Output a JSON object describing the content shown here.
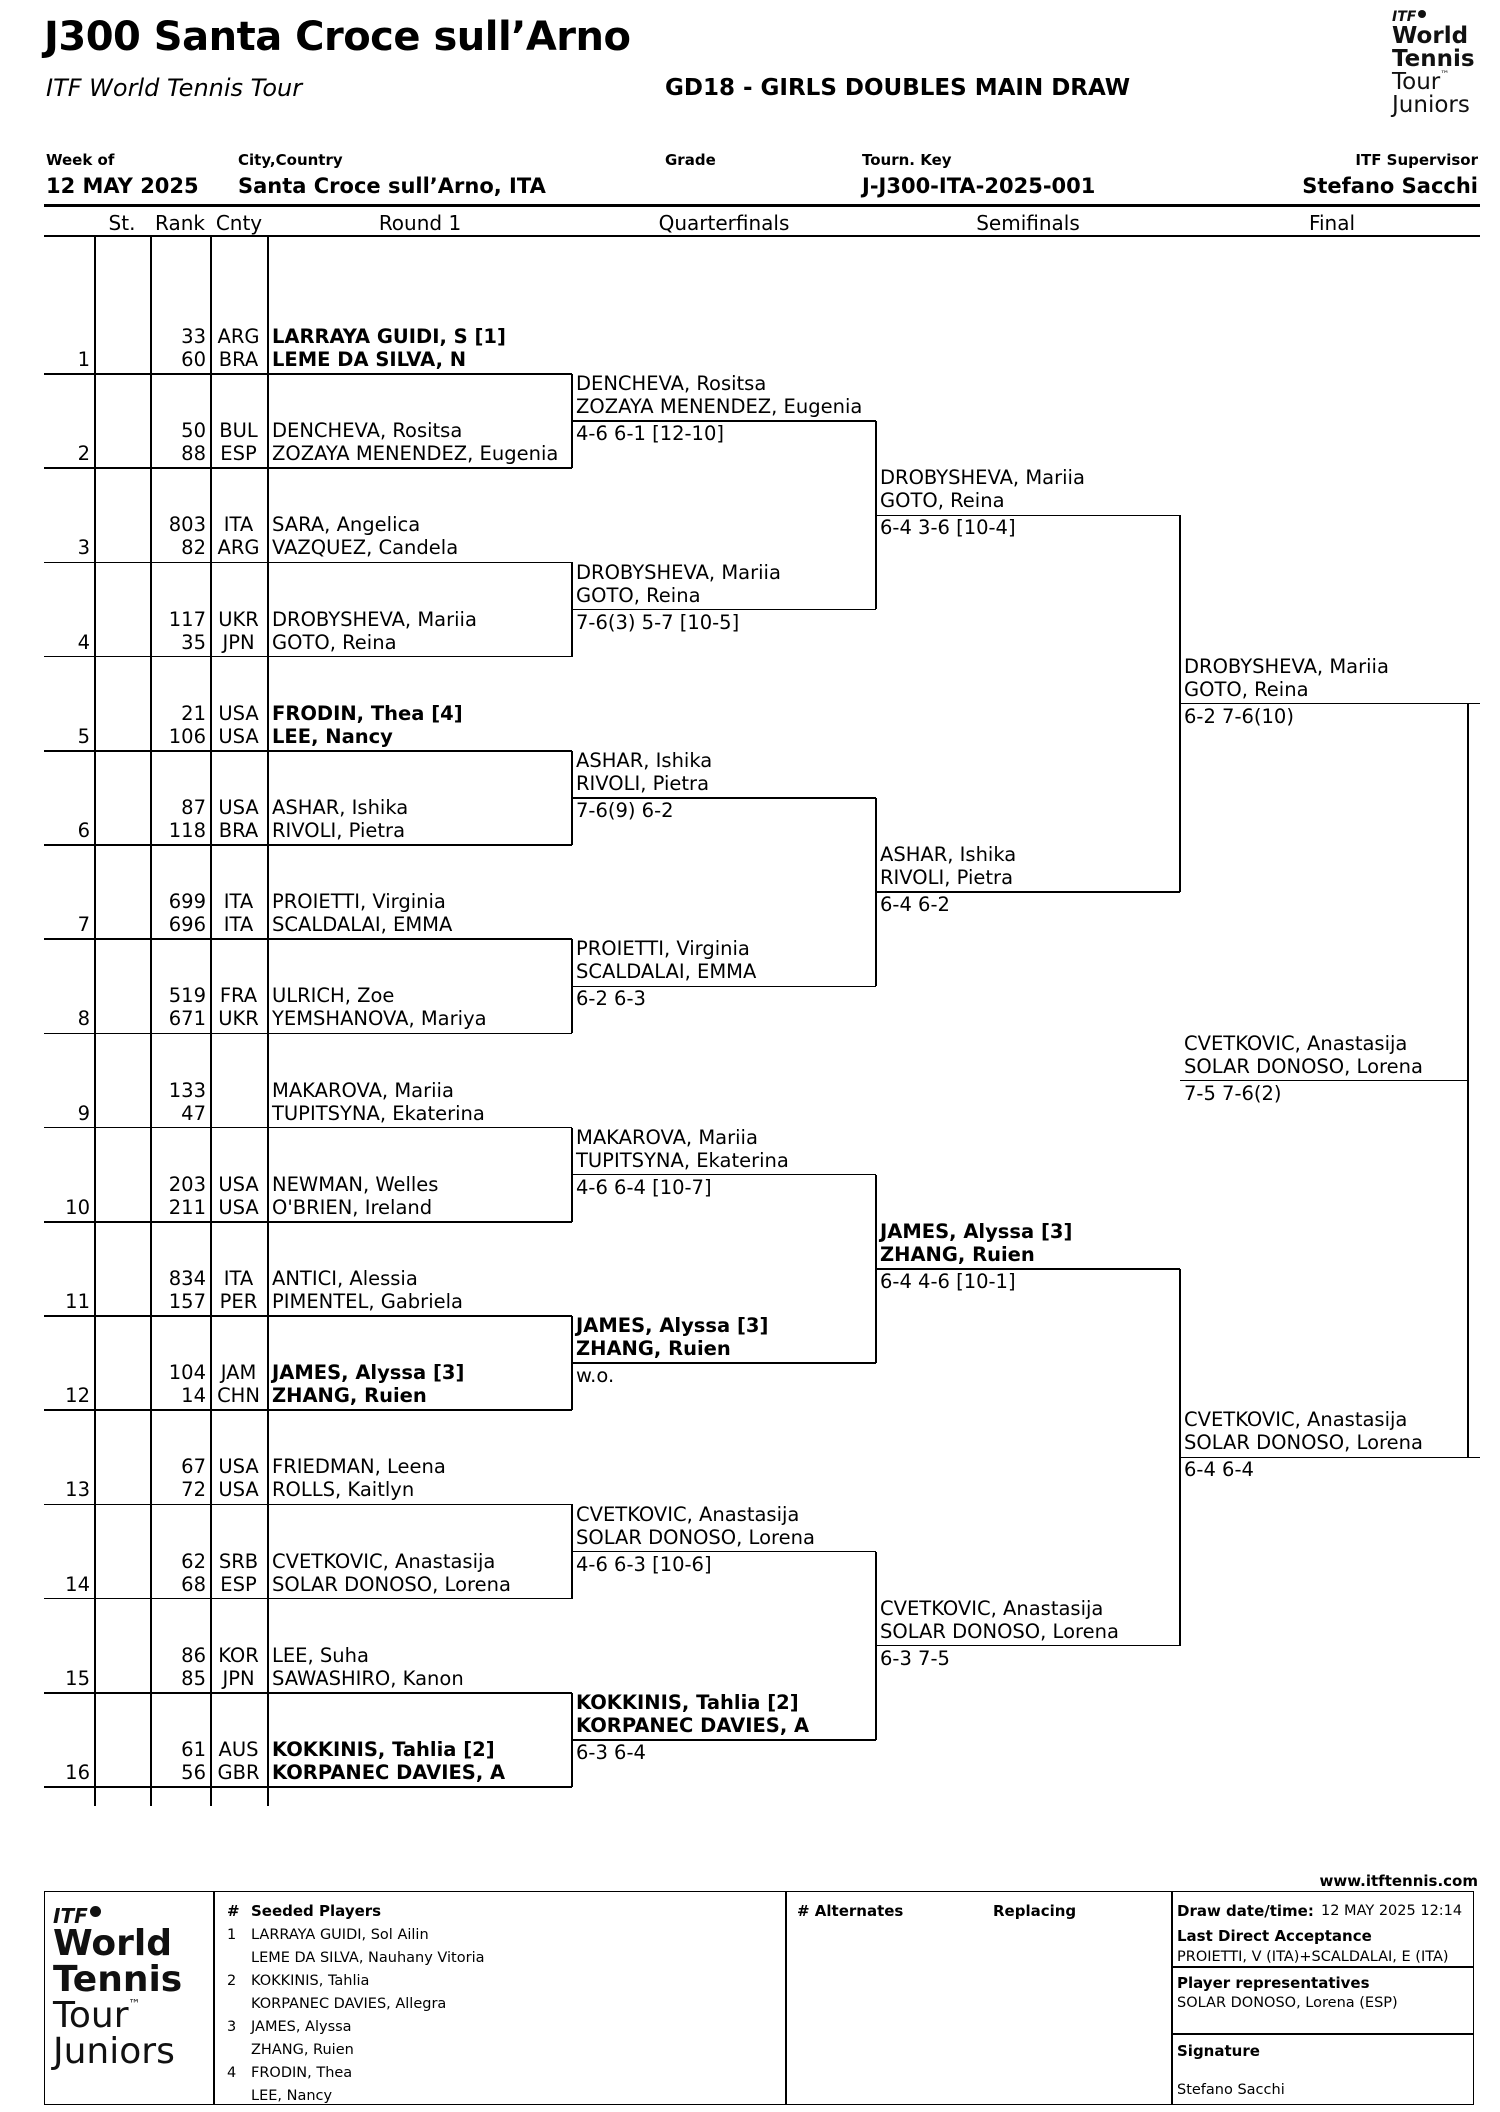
{
  "header": {
    "title": "J300 Santa Croce sull’Arno",
    "subtitle": "ITF World Tennis Tour",
    "draw_name": "GD18 - GIRLS DOUBLES MAIN DRAW",
    "logo": {
      "itf": "ITF",
      "line1": "World",
      "line2": "Tennis",
      "line3": "Tour",
      "tm": "™",
      "line4": "Juniors"
    }
  },
  "info": {
    "week_label": "Week of",
    "week_value": "12 MAY 2025",
    "city_label": "City,Country",
    "city_value": "Santa Croce sull’Arno, ITA",
    "grade_label": "Grade",
    "key_label": "Tourn. Key",
    "key_value": "J-J300-ITA-2025-001",
    "sup_label": "ITF Supervisor",
    "sup_value": "Stefano Sacchi"
  },
  "columns": {
    "st": "St.",
    "rank": "Rank",
    "cnty": "Cnty",
    "r1": "Round 1",
    "qf": "Quarterfinals",
    "sf": "Semifinals",
    "f": "Final"
  },
  "entries": [
    {
      "pos": "1",
      "p1": {
        "rank": "33",
        "cnty": "ARG",
        "name": "LARRAYA GUIDI, S [1]"
      },
      "p2": {
        "rank": "60",
        "cnty": "BRA",
        "name": "LEME DA SILVA, N"
      },
      "bold": true
    },
    {
      "pos": "2",
      "p1": {
        "rank": "50",
        "cnty": "BUL",
        "name": "DENCHEVA, Rositsa"
      },
      "p2": {
        "rank": "88",
        "cnty": "ESP",
        "name": "ZOZAYA MENENDEZ, Eugenia"
      },
      "bold": false
    },
    {
      "pos": "3",
      "p1": {
        "rank": "803",
        "cnty": "ITA",
        "name": "SARA, Angelica"
      },
      "p2": {
        "rank": "82",
        "cnty": "ARG",
        "name": "VAZQUEZ, Candela"
      },
      "bold": false
    },
    {
      "pos": "4",
      "p1": {
        "rank": "117",
        "cnty": "UKR",
        "name": "DROBYSHEVA, Mariia"
      },
      "p2": {
        "rank": "35",
        "cnty": "JPN",
        "name": "GOTO, Reina"
      },
      "bold": false
    },
    {
      "pos": "5",
      "p1": {
        "rank": "21",
        "cnty": "USA",
        "name": "FRODIN, Thea [4]"
      },
      "p2": {
        "rank": "106",
        "cnty": "USA",
        "name": "LEE, Nancy"
      },
      "bold": true
    },
    {
      "pos": "6",
      "p1": {
        "rank": "87",
        "cnty": "USA",
        "name": "ASHAR, Ishika"
      },
      "p2": {
        "rank": "118",
        "cnty": "BRA",
        "name": "RIVOLI, Pietra"
      },
      "bold": false
    },
    {
      "pos": "7",
      "p1": {
        "rank": "699",
        "cnty": "ITA",
        "name": "PROIETTI, Virginia"
      },
      "p2": {
        "rank": "696",
        "cnty": "ITA",
        "name": "SCALDALAI, EMMA"
      },
      "bold": false
    },
    {
      "pos": "8",
      "p1": {
        "rank": "519",
        "cnty": "FRA",
        "name": "ULRICH, Zoe"
      },
      "p2": {
        "rank": "671",
        "cnty": "UKR",
        "name": "YEMSHANOVA, Mariya"
      },
      "bold": false
    },
    {
      "pos": "9",
      "p1": {
        "rank": "133",
        "cnty": "",
        "name": "MAKAROVA, Mariia"
      },
      "p2": {
        "rank": "47",
        "cnty": "",
        "name": "TUPITSYNA, Ekaterina"
      },
      "bold": false
    },
    {
      "pos": "10",
      "p1": {
        "rank": "203",
        "cnty": "USA",
        "name": "NEWMAN, Welles"
      },
      "p2": {
        "rank": "211",
        "cnty": "USA",
        "name": "O'BRIEN, Ireland"
      },
      "bold": false
    },
    {
      "pos": "11",
      "p1": {
        "rank": "834",
        "cnty": "ITA",
        "name": "ANTICI, Alessia"
      },
      "p2": {
        "rank": "157",
        "cnty": "PER",
        "name": "PIMENTEL, Gabriela"
      },
      "bold": false
    },
    {
      "pos": "12",
      "p1": {
        "rank": "104",
        "cnty": "JAM",
        "name": "JAMES, Alyssa [3]"
      },
      "p2": {
        "rank": "14",
        "cnty": "CHN",
        "name": "ZHANG, Ruien"
      },
      "bold": true
    },
    {
      "pos": "13",
      "p1": {
        "rank": "67",
        "cnty": "USA",
        "name": "FRIEDMAN, Leena"
      },
      "p2": {
        "rank": "72",
        "cnty": "USA",
        "name": "ROLLS, Kaitlyn"
      },
      "bold": false
    },
    {
      "pos": "14",
      "p1": {
        "rank": "62",
        "cnty": "SRB",
        "name": "CVETKOVIC, Anastasija"
      },
      "p2": {
        "rank": "68",
        "cnty": "ESP",
        "name": "SOLAR DONOSO, Lorena"
      },
      "bold": false
    },
    {
      "pos": "15",
      "p1": {
        "rank": "86",
        "cnty": "KOR",
        "name": "LEE, Suha"
      },
      "p2": {
        "rank": "85",
        "cnty": "JPN",
        "name": "SAWASHIRO, Kanon"
      },
      "bold": false
    },
    {
      "pos": "16",
      "p1": {
        "rank": "61",
        "cnty": "AUS",
        "name": "KOKKINIS, Tahlia [2]"
      },
      "p2": {
        "rank": "56",
        "cnty": "GBR",
        "name": "KORPANEC DAVIES, A"
      },
      "bold": true
    }
  ],
  "quarterfinals": [
    {
      "n1": "DENCHEVA, Rositsa",
      "n2": "ZOZAYA MENENDEZ, Eugenia",
      "score": "4-6 6-1 [12-10]",
      "bold": false
    },
    {
      "n1": "DROBYSHEVA, Mariia",
      "n2": "GOTO, Reina",
      "score": "7-6(3) 5-7 [10-5]",
      "bold": false
    },
    {
      "n1": "ASHAR, Ishika",
      "n2": "RIVOLI, Pietra",
      "score": "7-6(9) 6-2",
      "bold": false
    },
    {
      "n1": "PROIETTI, Virginia",
      "n2": "SCALDALAI, EMMA",
      "score": "6-2 6-3",
      "bold": false
    },
    {
      "n1": "MAKAROVA, Mariia",
      "n2": "TUPITSYNA, Ekaterina",
      "score": "4-6 6-4 [10-7]",
      "bold": false
    },
    {
      "n1": "JAMES, Alyssa [3]",
      "n2": "ZHANG, Ruien",
      "score": "w.o.",
      "bold": true
    },
    {
      "n1": "CVETKOVIC, Anastasija",
      "n2": "SOLAR DONOSO, Lorena",
      "score": "4-6 6-3 [10-6]",
      "bold": false
    },
    {
      "n1": "KOKKINIS, Tahlia [2]",
      "n2": "KORPANEC DAVIES, A",
      "score": "6-3 6-4",
      "bold": true
    }
  ],
  "semifinals": [
    {
      "n1": "DROBYSHEVA, Mariia",
      "n2": "GOTO, Reina",
      "score": "6-4 3-6 [10-4]",
      "bold": false
    },
    {
      "n1": "ASHAR, Ishika",
      "n2": "RIVOLI, Pietra",
      "score": "6-4 6-2",
      "bold": false
    },
    {
      "n1": "JAMES, Alyssa [3]",
      "n2": "ZHANG, Ruien",
      "score": "6-4 4-6 [10-1]",
      "bold": true
    },
    {
      "n1": "CVETKOVIC, Anastasija",
      "n2": "SOLAR DONOSO, Lorena",
      "score": "6-3 7-5",
      "bold": false
    }
  ],
  "finals": [
    {
      "n1": "DROBYSHEVA, Mariia",
      "n2": "GOTO, Reina",
      "score": "6-2 7-6(10)",
      "bold": false
    },
    {
      "n1": "CVETKOVIC, Anastasija",
      "n2": "SOLAR DONOSO, Lorena",
      "score": "6-4 6-4",
      "bold": false
    }
  ],
  "champion": {
    "n1": "CVETKOVIC, Anastasija",
    "n2": "SOLAR DONOSO, Lorena",
    "score": "7-5 7-6(2)"
  },
  "footer": {
    "website": "www.itftennis.com",
    "seeded_hash": "#",
    "seeded_title": "Seeded Players",
    "seeds": [
      {
        "num": "1",
        "a": "LARRAYA GUIDI, Sol Ailin",
        "b": "LEME DA SILVA, Nauhany Vitoria"
      },
      {
        "num": "2",
        "a": "KOKKINIS, Tahlia",
        "b": "KORPANEC DAVIES, Allegra"
      },
      {
        "num": "3",
        "a": "JAMES, Alyssa",
        "b": "ZHANG, Ruien"
      },
      {
        "num": "4",
        "a": "FRODIN, Thea",
        "b": "LEE, Nancy"
      }
    ],
    "alternates_label": "# Alternates",
    "replacing_label": "Replacing",
    "draw_date_label": "Draw date/time:",
    "draw_date_value": "12 MAY 2025 12:14",
    "lda_label": "Last Direct Acceptance",
    "lda_value": "PROIETTI, V (ITA)+SCALDALAI, E (ITA)",
    "reps_label": "Player representatives",
    "reps_value": "SOLAR DONOSO, Lorena (ESP)",
    "signature_label": "Signature",
    "signature_value": "Stefano Sacchi"
  }
}
